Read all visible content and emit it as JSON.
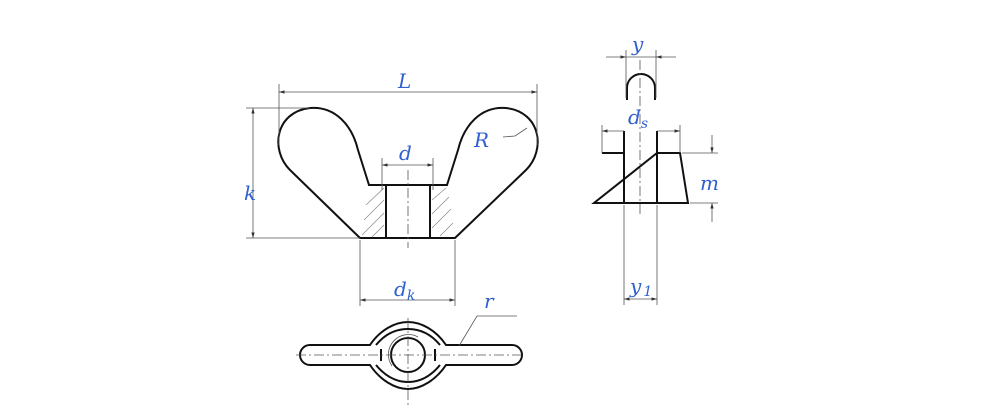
{
  "title": "Wing nut dimension drawing",
  "colors": {
    "label": "#2f5fd0",
    "outline": "#111111",
    "thin": "#555555"
  },
  "labels": {
    "L": "L",
    "k": "k",
    "d": "d",
    "R": "R",
    "dk_main": "d",
    "dk_sub": "k",
    "r": "r",
    "y": "y",
    "ds_main": "d",
    "ds_sub": "s",
    "m": "m",
    "y1_main": "y",
    "y1_sub": "1"
  }
}
